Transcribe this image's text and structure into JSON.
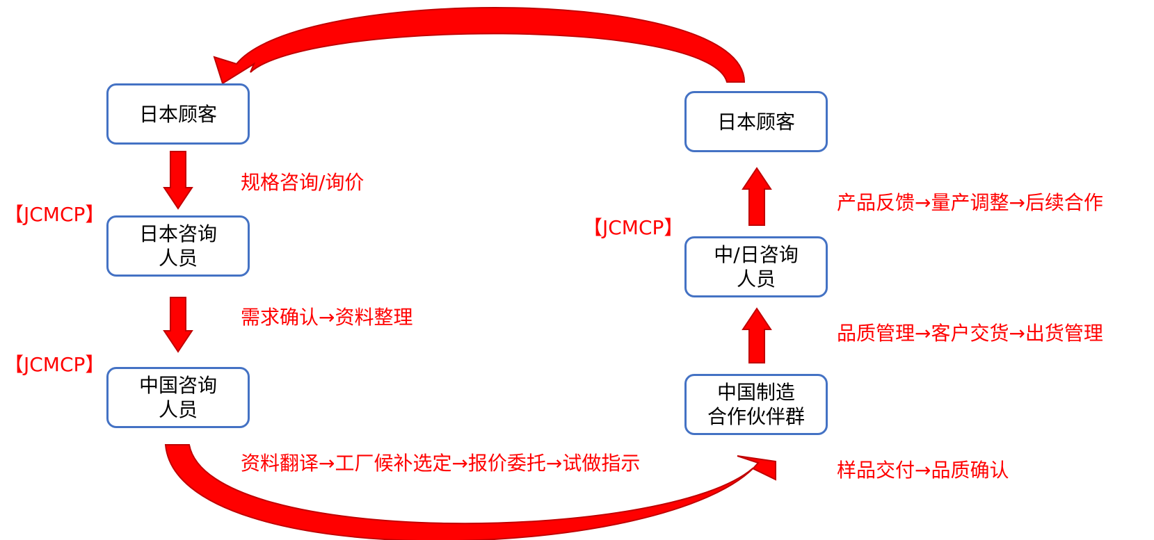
{
  "colors": {
    "node_border": "#4472c4",
    "arrow_fill": "#ff0000",
    "arrow_stroke": "#c00000",
    "label_text": "#ff0000"
  },
  "nodes": {
    "left_customer": {
      "line1": "日本顾客"
    },
    "left_jp_consultant": {
      "line1": "日本咨询",
      "line2": "人员"
    },
    "left_cn_consultant": {
      "line1": "中国咨询",
      "line2": "人员"
    },
    "right_customer": {
      "line1": "日本顾客"
    },
    "right_cn_jp_consultant": {
      "line1": "中/日咨询",
      "line2": "人员"
    },
    "right_manufacturers": {
      "line1": "中国制造",
      "line2": "合作伙伴群"
    }
  },
  "tags": {
    "jcmcp_1": "【JCMCP】",
    "jcmcp_2": "【JCMCP】",
    "jcmcp_3": "【JCMCP】"
  },
  "labels": {
    "spec_inquiry": "规格咨询/询价",
    "requirement_confirm": "需求确认→资料整理",
    "translation_flow": "资料翻译→工厂候补选定→报价委托→试做指示",
    "sample_delivery": "样品交付→品质确认",
    "quality_flow": "品质管理→客户交货→出货管理",
    "feedback_flow": "产品反馈→量产调整→后续合作"
  }
}
